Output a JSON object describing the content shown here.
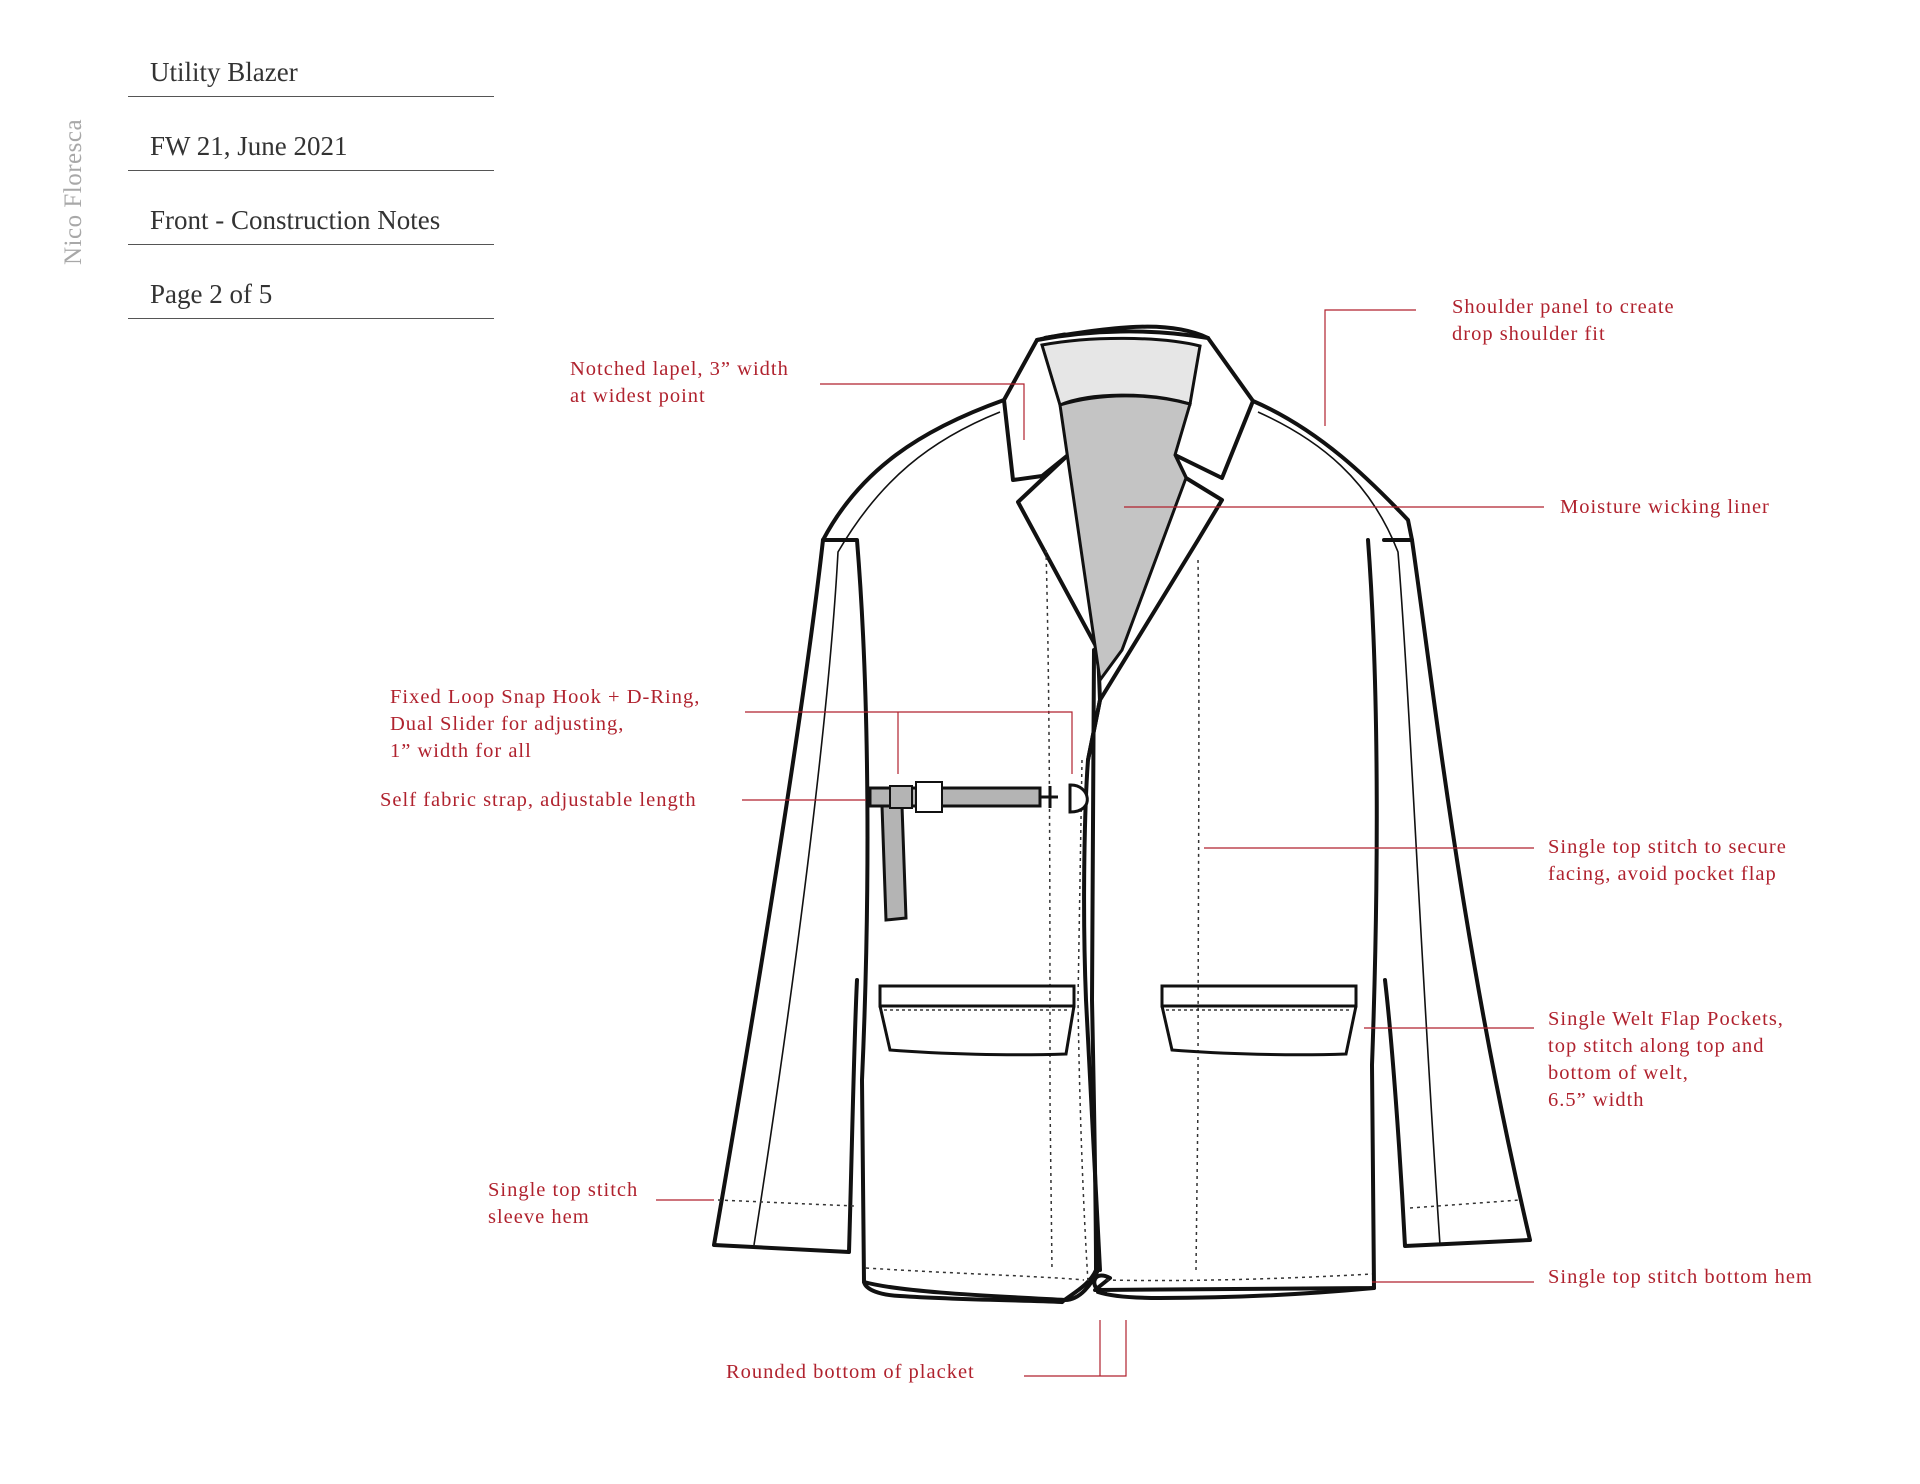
{
  "designer": "Nico Floresca",
  "title_block": {
    "garment": "Utility Blazer",
    "season": "FW 21, June 2021",
    "view": "Front - Construction Notes",
    "page": "Page 2 of 5"
  },
  "callouts": {
    "lapel": [
      "Notched lapel, 3” width",
      "at widest point"
    ],
    "shoulder": [
      "Shoulder panel to create",
      "drop shoulder fit"
    ],
    "liner": [
      "Moisture wicking liner"
    ],
    "hardware": [
      "Fixed Loop Snap Hook + D-Ring,",
      "Dual Slider for adjusting,",
      "1” width for all"
    ],
    "strap": [
      "Self fabric strap, adjustable length"
    ],
    "facing": [
      "Single top stitch to secure",
      "facing, avoid pocket flap"
    ],
    "pockets": [
      "Single Welt Flap Pockets,",
      "top stitch along top and",
      "bottom of welt,",
      "6.5” width"
    ],
    "sleeve_hem": [
      "Single top stitch",
      "sleeve hem"
    ],
    "bottom_hem": [
      "Single top stitch bottom hem"
    ],
    "placket": [
      "Rounded bottom of placket"
    ]
  },
  "colors": {
    "annotation": "#b0222e",
    "outline": "#111111",
    "liner_fill": "#c4c4c4",
    "collar_fill": "#e6e6e6",
    "strap_fill": "#b4b4b4"
  }
}
